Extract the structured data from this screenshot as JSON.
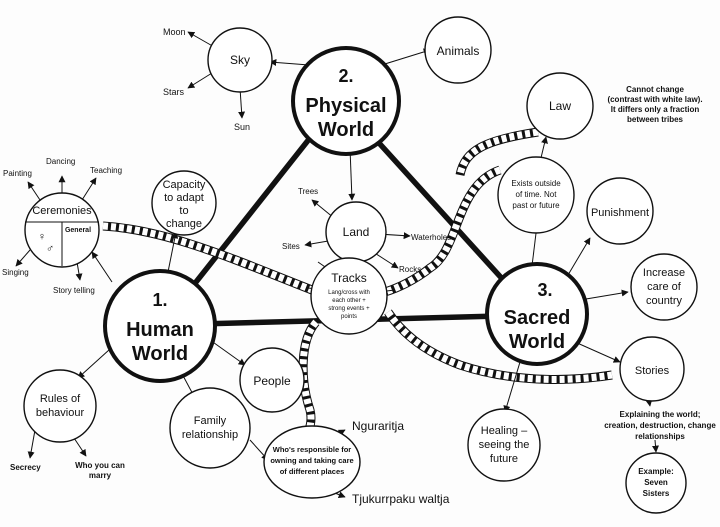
{
  "hubs": {
    "physical": {
      "number": "2.",
      "line1": "Physical",
      "line2": "World"
    },
    "human": {
      "number": "1.",
      "line1": "Human",
      "line2": "World"
    },
    "sacred": {
      "number": "3.",
      "line1": "Sacred",
      "line2": "World"
    }
  },
  "sky": {
    "label": "Sky",
    "moon": "Moon",
    "stars": "Stars",
    "sun": "Sun"
  },
  "animals": {
    "label": "Animals"
  },
  "land": {
    "label": "Land",
    "trees": "Trees",
    "sites": "Sites",
    "waterholes": "Waterholes",
    "rocks": "Rocks"
  },
  "tracks": {
    "label": "Tracks",
    "desc": [
      "Lang/cross with",
      "each other +",
      "strong events +",
      "points"
    ]
  },
  "law": {
    "label": "Law",
    "note": [
      "Cannot change",
      "(contrast with white law).",
      "It differs only a fraction",
      "between tribes"
    ]
  },
  "exists": {
    "lines": [
      "Exists outside",
      "of time. Not",
      "past or future"
    ]
  },
  "punishment": {
    "label": "Punishment"
  },
  "care": {
    "lines": [
      "Increase",
      "care of",
      "country"
    ]
  },
  "stories": {
    "label": "Stories",
    "desc": [
      "Explaining the world;",
      "creation, destruction, change",
      "relationships"
    ]
  },
  "example": {
    "lines": [
      "Example:",
      "Seven",
      "Sisters"
    ]
  },
  "healing": {
    "lines": [
      "Healing –",
      "seeing the",
      "future"
    ]
  },
  "ceremonies": {
    "label": "Ceremonies",
    "general": "General",
    "painting": "Painting",
    "dancing": "Dancing",
    "teaching": "Teaching",
    "singing": "Singing",
    "storytelling": "Story telling"
  },
  "capacity": {
    "lines": [
      "Capacity",
      "to adapt",
      "to",
      "change"
    ]
  },
  "rules": {
    "lines": [
      "Rules of",
      "behaviour"
    ],
    "secrecy": "Secrecy",
    "marry": [
      "Who you can",
      "marry"
    ]
  },
  "people": {
    "label": "People"
  },
  "family": {
    "lines": [
      "Family",
      "relationship"
    ]
  },
  "responsible": {
    "lines": [
      "Who's responsible for",
      "owning and taking care",
      "of different places"
    ],
    "nguraritja": "Nguraritja",
    "tjukurrpaku": "Tjukurrpaku waltja"
  }
}
